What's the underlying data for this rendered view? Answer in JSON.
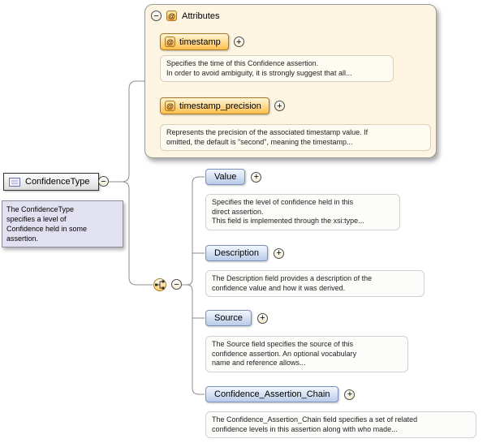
{
  "icons": {
    "at": "@",
    "collapse": "−",
    "expand": "+"
  },
  "colors": {
    "panel_bg": "#FDF5E1",
    "attribute_fill": "#FFC04D",
    "element_fill": "#B9CBE8",
    "annotation_bg": "#E2E1F1"
  },
  "root": {
    "label": "ConfidenceType",
    "annotation": "The ConfidenceType\nspecifies a level of\nConfidence held in some\nassertion."
  },
  "attributes_panel": {
    "title": "Attributes",
    "attributes": [
      {
        "name": "timestamp",
        "doc": "Specifies the time of this Confidence assertion.\nIn order to avoid ambiguity, it is strongly suggest that all..."
      },
      {
        "name": "timestamp_precision",
        "doc": "Represents the precision of the associated timestamp value. If\nomitted, the default is \"second\", meaning the timestamp..."
      }
    ]
  },
  "elements": [
    {
      "name": "Value",
      "doc": "Specifies the level of confidence held in this\ndirect assertion.\nThis field is implemented through the xsi:type..."
    },
    {
      "name": "Description",
      "doc": "The Description field provides a description of the\nconfidence value and how it was derived."
    },
    {
      "name": "Source",
      "doc": "The Source field specifies the source of this\nconfidence assertion. An optional vocabulary\nname and reference allows..."
    },
    {
      "name": "Confidence_Assertion_Chain",
      "doc": "The Confidence_Assertion_Chain field specifies a set of related\nconfidence levels in this assertion along with who made..."
    }
  ]
}
